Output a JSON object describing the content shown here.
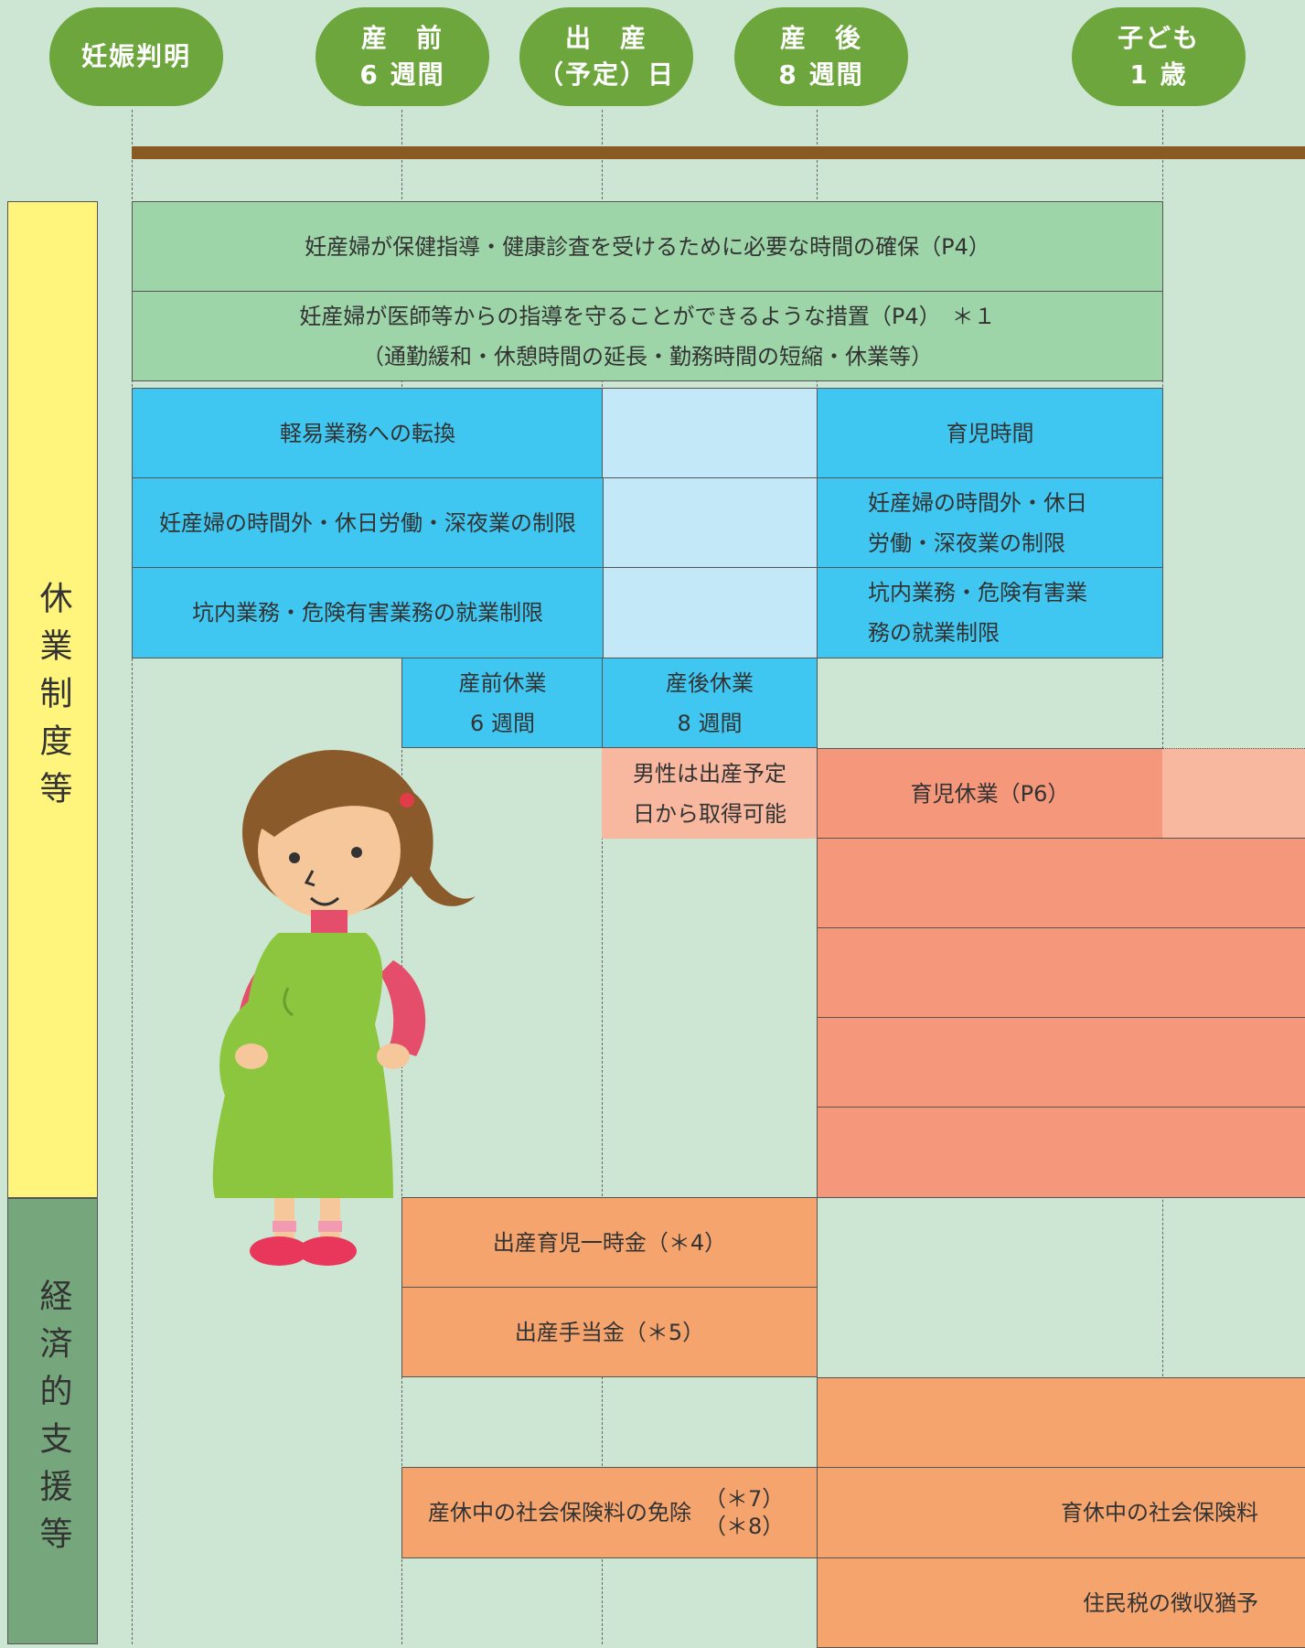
{
  "milestones": [
    {
      "id": "pregnancy",
      "label": "妊娠判明"
    },
    {
      "id": "prenatal6",
      "label": "産　前\n6 週間"
    },
    {
      "id": "birth",
      "label": "出　産\n（予定）日"
    },
    {
      "id": "postnatal8",
      "label": "産　後\n8 週間"
    },
    {
      "id": "child1",
      "label": "子ども\n1 歳"
    }
  ],
  "sidebar": {
    "leave_system": "休業制度等",
    "economic_support": "経済的支援等"
  },
  "rows": {
    "health_time": "妊産婦が保健指導・健康診査を受けるために必要な時間の確保（P4）",
    "doctor_measures": "妊産婦が医師等からの指導を守ることができるような措置（P4）　＊１\n（通勤緩和・休憩時間の延長・勤務時間の短縮・休業等）",
    "light_work": "軽易業務への転換",
    "childcare_time": "育児時間",
    "overtime_limit_pre": "妊産婦の時間外・休日労働・深夜業の制限",
    "overtime_limit_post": "妊産婦の時間外・休日\n労働・深夜業の制限",
    "mining_limit_pre": "坑内業務・危険有害業務の就業制限",
    "mining_limit_post": "坑内業務・危険有害業\n務の就業制限",
    "prenatal_leave": "産前休業\n6 週間",
    "postnatal_leave": "産後休業\n8 週間",
    "male_note": "男性は出産予定\n日から取得可能",
    "childcare_leave": "育児休業（P6）",
    "birth_lump_sum": "出産育児一時金（＊4）",
    "maternity_allowance": "出産手当金（＊5）",
    "maternity_insurance_exempt": "産休中の社会保険料の免除",
    "maternity_insurance_notes": "（＊7）\n（＊8）",
    "childcare_insurance": "育休中の社会保険料",
    "resident_tax": "住民税の徴収猶予"
  },
  "colors": {
    "background": "#cde6d3",
    "milestone": "#6da63c",
    "timeline": "#8a5a24",
    "green_box": "#9dd4a8",
    "blue_box": "#3fc7f1",
    "light_blue": "#c3e8f7",
    "salmon": "#f4977a",
    "orange": "#f5a46e",
    "sidebar_yellow": "#fff47c",
    "sidebar_green": "#76a67c"
  },
  "illustration": "pregnant-woman-illustration"
}
